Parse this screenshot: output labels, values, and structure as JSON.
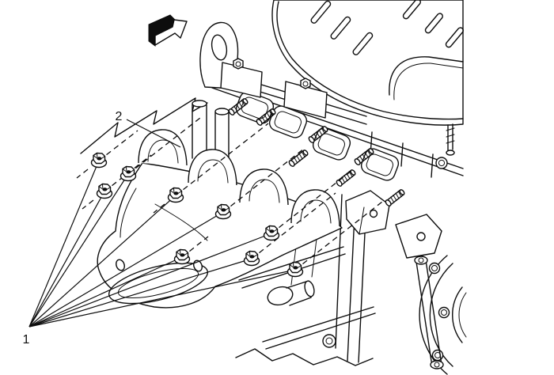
{
  "figure": {
    "background_color": "#ffffff",
    "line_color": "#0d0d0d",
    "callout_1_label": "1",
    "callout_2_label": "2",
    "direction_arrow_icon": "front-of-vehicle-arrow"
  }
}
